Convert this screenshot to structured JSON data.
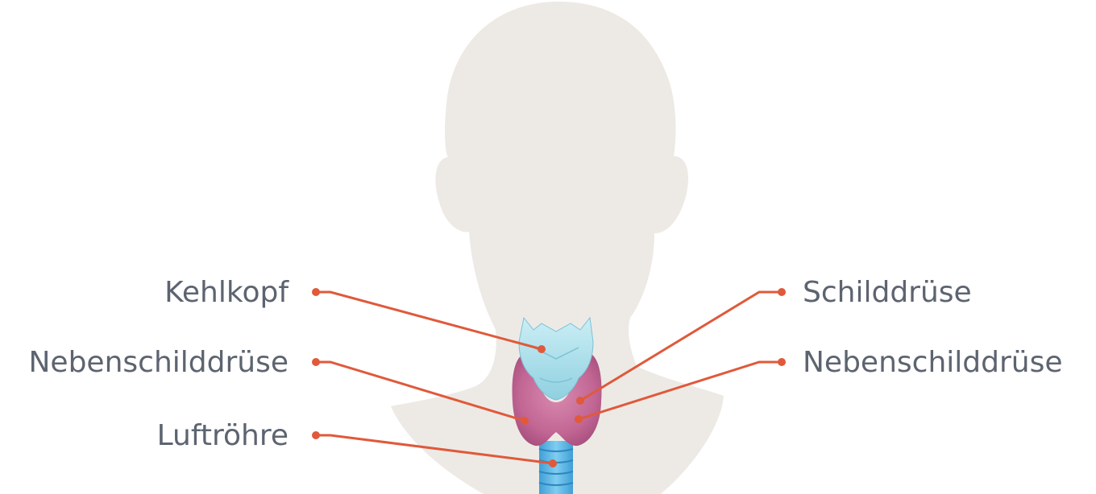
{
  "labels": {
    "kehlkopf": "Kehlkopf",
    "nebenschilddruese_left": "Nebenschilddrüse",
    "luftroehre": "Luftröhre",
    "schilddruese": "Schilddrüse",
    "nebenschilddruese_right": "Nebenschilddrüse"
  },
  "colors": {
    "silhouette": "#edeae6",
    "leader_line": "#e0593a",
    "label_text": "#5d6470",
    "thyroid": "#c8719b",
    "larynx": "#a9dce8",
    "trachea": "#5fb8e6"
  },
  "icons": {
    "head": "head-silhouette",
    "organ": "thyroid-larynx-illustration"
  }
}
